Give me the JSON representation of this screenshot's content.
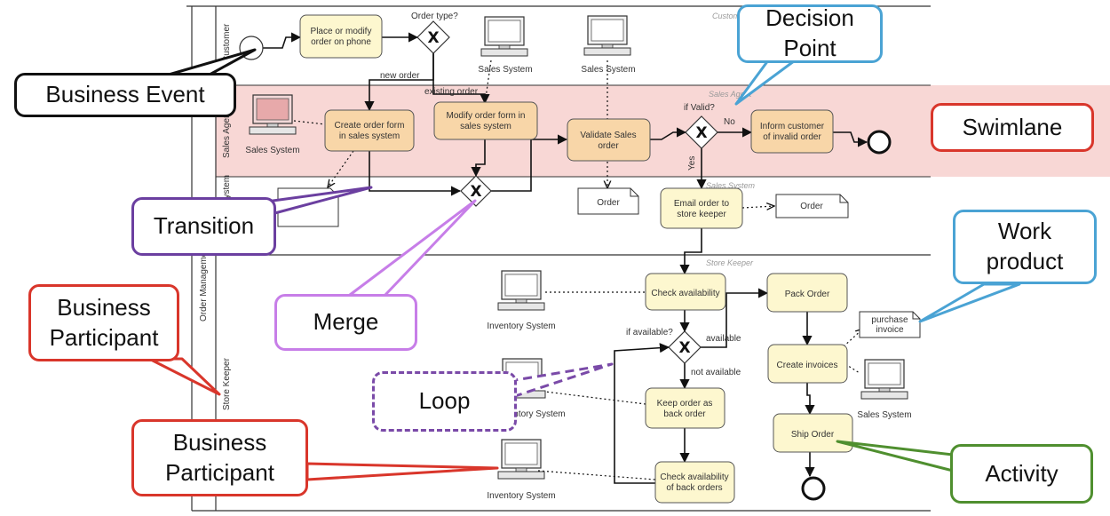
{
  "lanes": {
    "customer": "Customer",
    "sales_agent": "Sales Agent",
    "sales_system": "Sales System",
    "store_keeper": "Store Keeper",
    "customer_caption": "Customer",
    "sales_agent_caption": "Sales Agent",
    "sales_system_caption": "Sales System",
    "store_keeper_caption": "Store Keeper",
    "pool_lower": "Order Management",
    "pool_lower_label_sys": "Sales System"
  },
  "tasks": {
    "place_order": [
      "Place or modify",
      "order on phone"
    ],
    "create_order": [
      "Create order form",
      "in sales system"
    ],
    "modify_order": [
      "Modify order form in",
      "sales system"
    ],
    "validate_order": [
      "Validate Sales",
      "order"
    ],
    "inform_customer": [
      "Inform customer",
      "of invalid order"
    ],
    "email_order": [
      "Email order to",
      "store keeper"
    ],
    "check_availability": [
      "Check availability"
    ],
    "pack_order": [
      "Pack Order"
    ],
    "create_invoices": [
      "Create invoices"
    ],
    "ship_order": [
      "Ship Order"
    ],
    "keep_back_order": [
      "Keep order as",
      "back order"
    ],
    "check_back_orders": [
      "Check availability",
      "of back orders"
    ]
  },
  "labels": {
    "order_type": "Order type?",
    "new_order": "new order",
    "existing_order": "existing order",
    "if_valid": "if Valid?",
    "no": "No",
    "yes": "Yes",
    "if_available": "if available?",
    "available": "available",
    "not_available": "not available"
  },
  "gateway_symbol": "X",
  "documents": {
    "order_1": "Order",
    "order_2": "Order",
    "purchase_invoice": [
      "purchase",
      "invoice"
    ]
  },
  "systems": {
    "sales_1": "Sales System",
    "sales_2": "Sales System",
    "sales_3": "Sales System",
    "inventory_1": "Inventory System",
    "inventory_2": "Inventory System",
    "inventory_3": "Inventory System",
    "sales_4": "Sales System"
  },
  "callouts": {
    "business_event": "Business Event",
    "decision_point": "Decision\nPoint",
    "swimlane": "Swimlane",
    "transition": "Transition",
    "merge": "Merge",
    "work_product": "Work\nproduct",
    "business_participant_1": "Business\nParticipant",
    "loop": "Loop",
    "business_participant_2": "Business\nParticipant",
    "activity": "Activity"
  },
  "colors": {
    "swimlane_highlight": "#f8d7d5",
    "task_light": "#fdf7cf",
    "task_orange": "#f8d6a8",
    "callout_black": "#111111",
    "callout_blue": "#4aa3d4",
    "callout_red": "#d9362b",
    "callout_purple": "#6b3fa0",
    "callout_violet": "#c77ee8",
    "callout_green": "#4f8f2f"
  }
}
